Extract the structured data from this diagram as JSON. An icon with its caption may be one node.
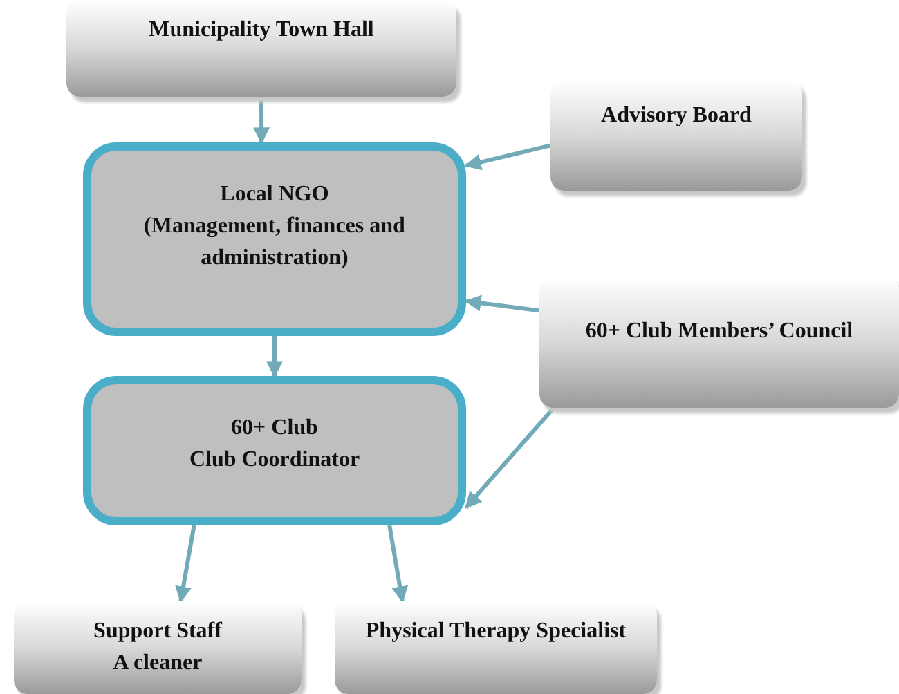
{
  "diagram": {
    "nodes": [
      {
        "text": [
          "Municipality Town Hall"
        ]
      },
      {
        "text": [
          "Advisory Board"
        ]
      },
      {
        "text": [
          "Local NGO",
          "(Management, finances and administration)"
        ]
      },
      {
        "text": [
          "60+ Club Members’ Council"
        ]
      },
      {
        "text": [
          "60+ Club",
          "Club Coordinator"
        ]
      },
      {
        "text": [
          "Support Staff",
          "A cleaner"
        ]
      },
      {
        "text": [
          "Physical Therapy Specialist"
        ]
      }
    ],
    "edges": [
      {
        "from": 0,
        "to": 2,
        "arrow": "to"
      },
      {
        "from": 1,
        "to": 2,
        "arrow": "to"
      },
      {
        "from": 3,
        "to": 2,
        "arrow": "to"
      },
      {
        "from": 2,
        "to": 4,
        "arrow": "to"
      },
      {
        "from": 3,
        "to": 4,
        "arrow": "to"
      },
      {
        "from": 4,
        "to": 5,
        "arrow": "to"
      },
      {
        "from": 4,
        "to": 6,
        "arrow": "to"
      }
    ]
  }
}
